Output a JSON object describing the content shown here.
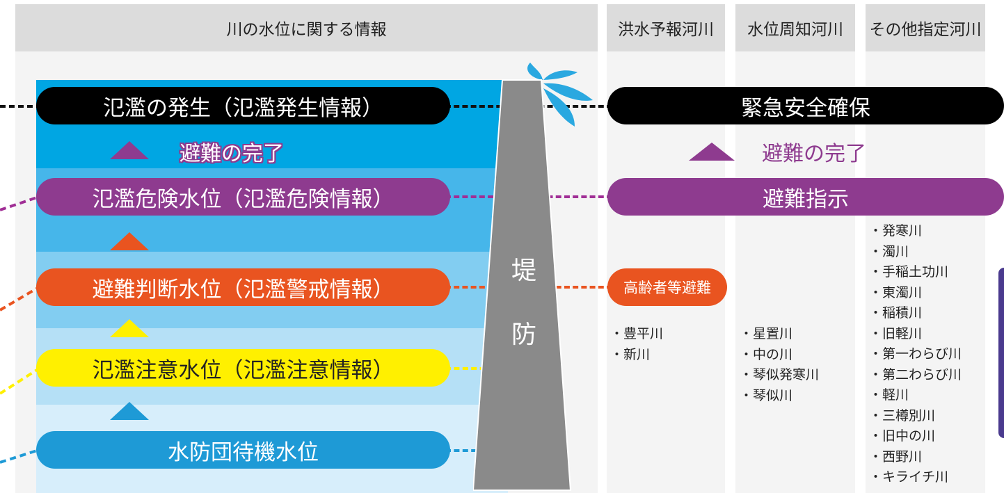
{
  "headers": {
    "river_info": "川の水位に関する情報",
    "flood_forecast": "洪水予報河川",
    "water_level_notice": "水位周知河川",
    "other_designated": "その他指定河川"
  },
  "levels": {
    "flood_occurrence": "氾濫の発生（氾濫発生情報）",
    "flood_danger": "氾濫危険水位（氾濫危険情報）",
    "evac_judgement": "避難判断水位（氾濫警戒情報）",
    "flood_caution": "氾濫注意水位（氾濫注意情報）",
    "standby": "水防団待機水位"
  },
  "evacuation_complete": "避難の完了",
  "levee": {
    "char1": "堤",
    "char2": "防"
  },
  "actions": {
    "emergency_safety": "緊急安全確保",
    "evacuation_order": "避難指示",
    "elderly_evacuation": "高齢者等避難"
  },
  "rivers": {
    "flood_forecast": [
      "豊平川",
      "新川"
    ],
    "water_level_notice": [
      "星置川",
      "中の川",
      "琴似発寒川",
      "琴似川"
    ],
    "other_designated": [
      "発寒川",
      "濁川",
      "手稲土功川",
      "東濁川",
      "稲積川",
      "旧軽川",
      "第一わらび川",
      "第二わらび川",
      "軽川",
      "三樽別川",
      "旧中の川",
      "西野川",
      "キライチ川"
    ]
  },
  "colors": {
    "black": "#000000",
    "purple": "#8e3b8f",
    "orange": "#e95420",
    "yellow": "#fff000",
    "blue": "#1e9ad6",
    "levee_gray": "#8a8a8a"
  }
}
